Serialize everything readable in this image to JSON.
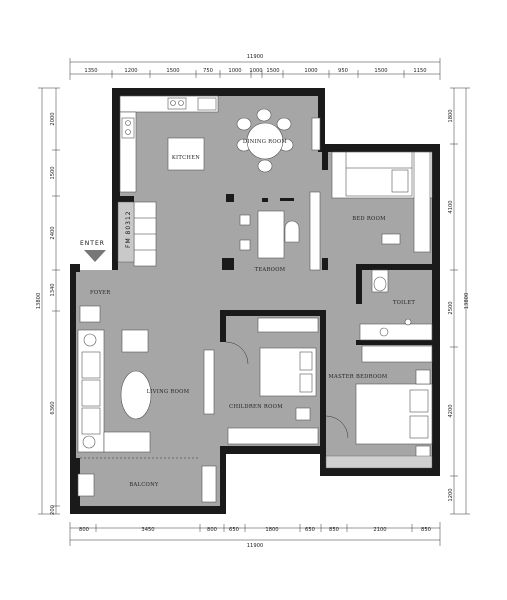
{
  "dimensions": {
    "top_total": "11900",
    "top_segments": [
      "1350",
      "1200",
      "1500",
      "750",
      "1000",
      "1000",
      "1500",
      "1000",
      "950",
      "1500",
      "1150"
    ],
    "bottom_total": "11900",
    "bottom_segments": [
      "800",
      "3450",
      "800",
      "650",
      "1800",
      "650",
      "850",
      "2100",
      "850"
    ],
    "left_total": "13800",
    "left_segments": [
      "2000",
      "1500",
      "2400",
      "1340",
      "6360",
      "200"
    ],
    "right_total": "13800",
    "right_segments": [
      "1800",
      "4100",
      "2500",
      "4200",
      "1200"
    ]
  },
  "rooms": {
    "kitchen": "KITCHEN",
    "dining_room": "DINING ROOM",
    "bed_room": "BED ROOM",
    "tearoom": "TEAROOM",
    "foyer": "FOYER",
    "toilet": "TOILET",
    "living_room": "LIVING ROOM",
    "children_room": "CHILDREN ROOM",
    "master_bedroom": "MASTER BEDROOM",
    "balcony": "BALCONY"
  },
  "labels": {
    "enter": "ENTER",
    "fridge_tag": "FM 80312"
  },
  "colors": {
    "wall": "#1a1a1a",
    "floor": "#a6a6a6",
    "furniture": "#ffffff"
  }
}
